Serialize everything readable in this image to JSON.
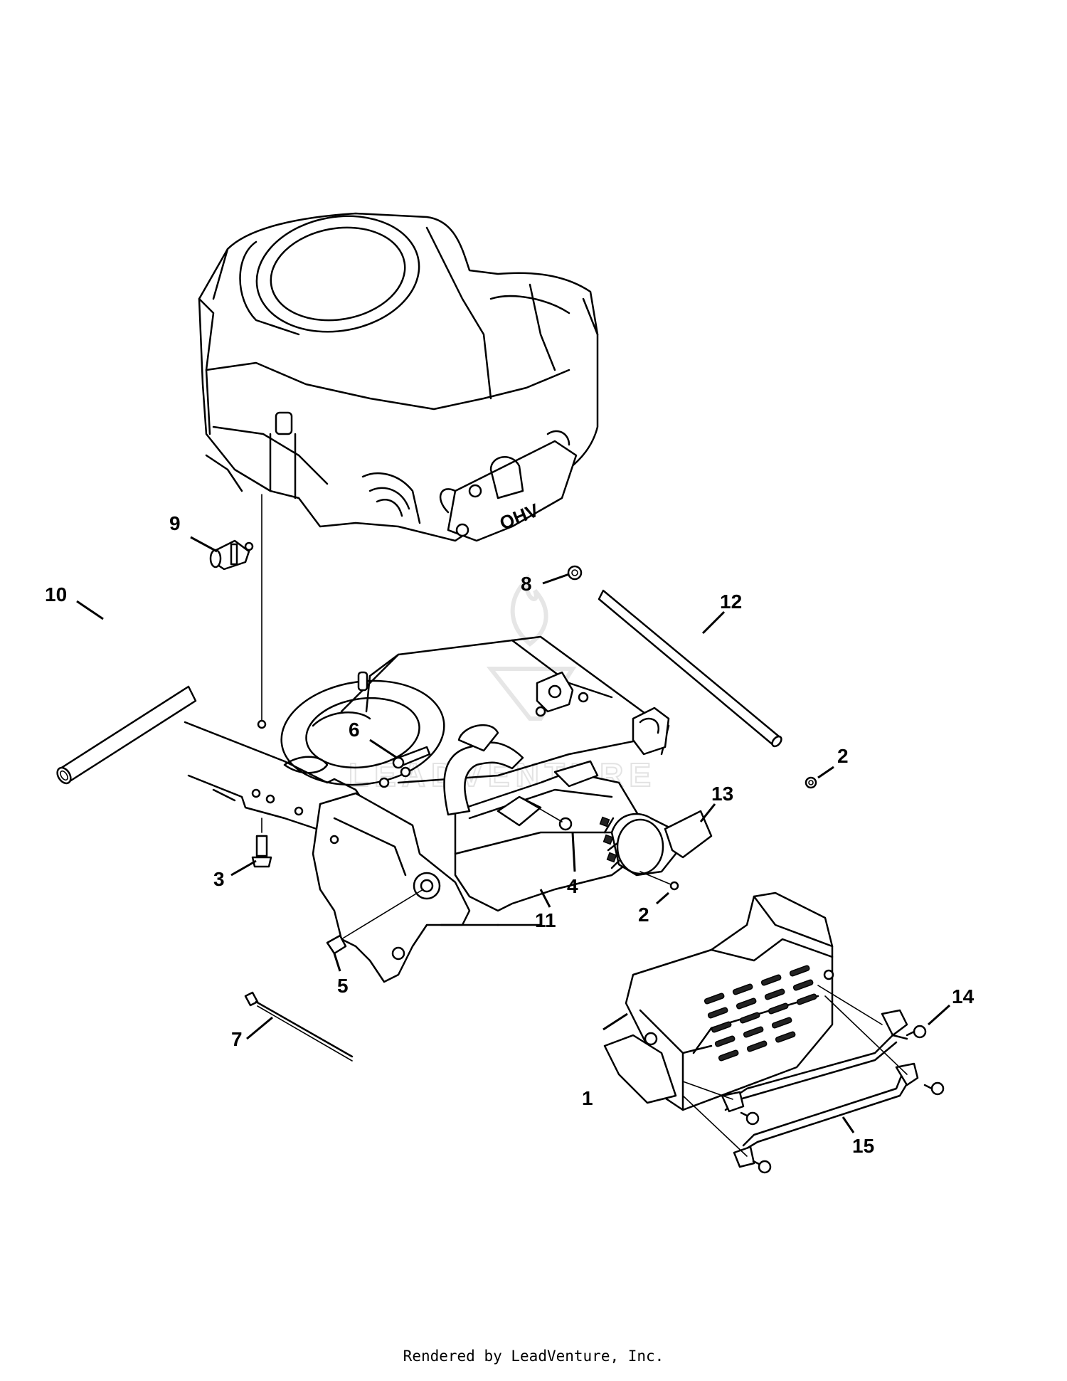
{
  "diagram": {
    "engine_mark": "OHV",
    "watermark_text": "LEADVENTURE",
    "callouts": [
      {
        "id": "c1",
        "label": "1"
      },
      {
        "id": "c2a",
        "label": "2"
      },
      {
        "id": "c2b",
        "label": "2"
      },
      {
        "id": "c3",
        "label": "3"
      },
      {
        "id": "c4",
        "label": "4"
      },
      {
        "id": "c5",
        "label": "5"
      },
      {
        "id": "c6",
        "label": "6"
      },
      {
        "id": "c7",
        "label": "7"
      },
      {
        "id": "c8",
        "label": "8"
      },
      {
        "id": "c9",
        "label": "9"
      },
      {
        "id": "c10",
        "label": "10"
      },
      {
        "id": "c11",
        "label": "11"
      },
      {
        "id": "c12",
        "label": "12"
      },
      {
        "id": "c13",
        "label": "13"
      },
      {
        "id": "c14",
        "label": "14"
      },
      {
        "id": "c15",
        "label": "15"
      }
    ]
  },
  "footer": {
    "credit": "Rendered by LeadVenture, Inc."
  }
}
